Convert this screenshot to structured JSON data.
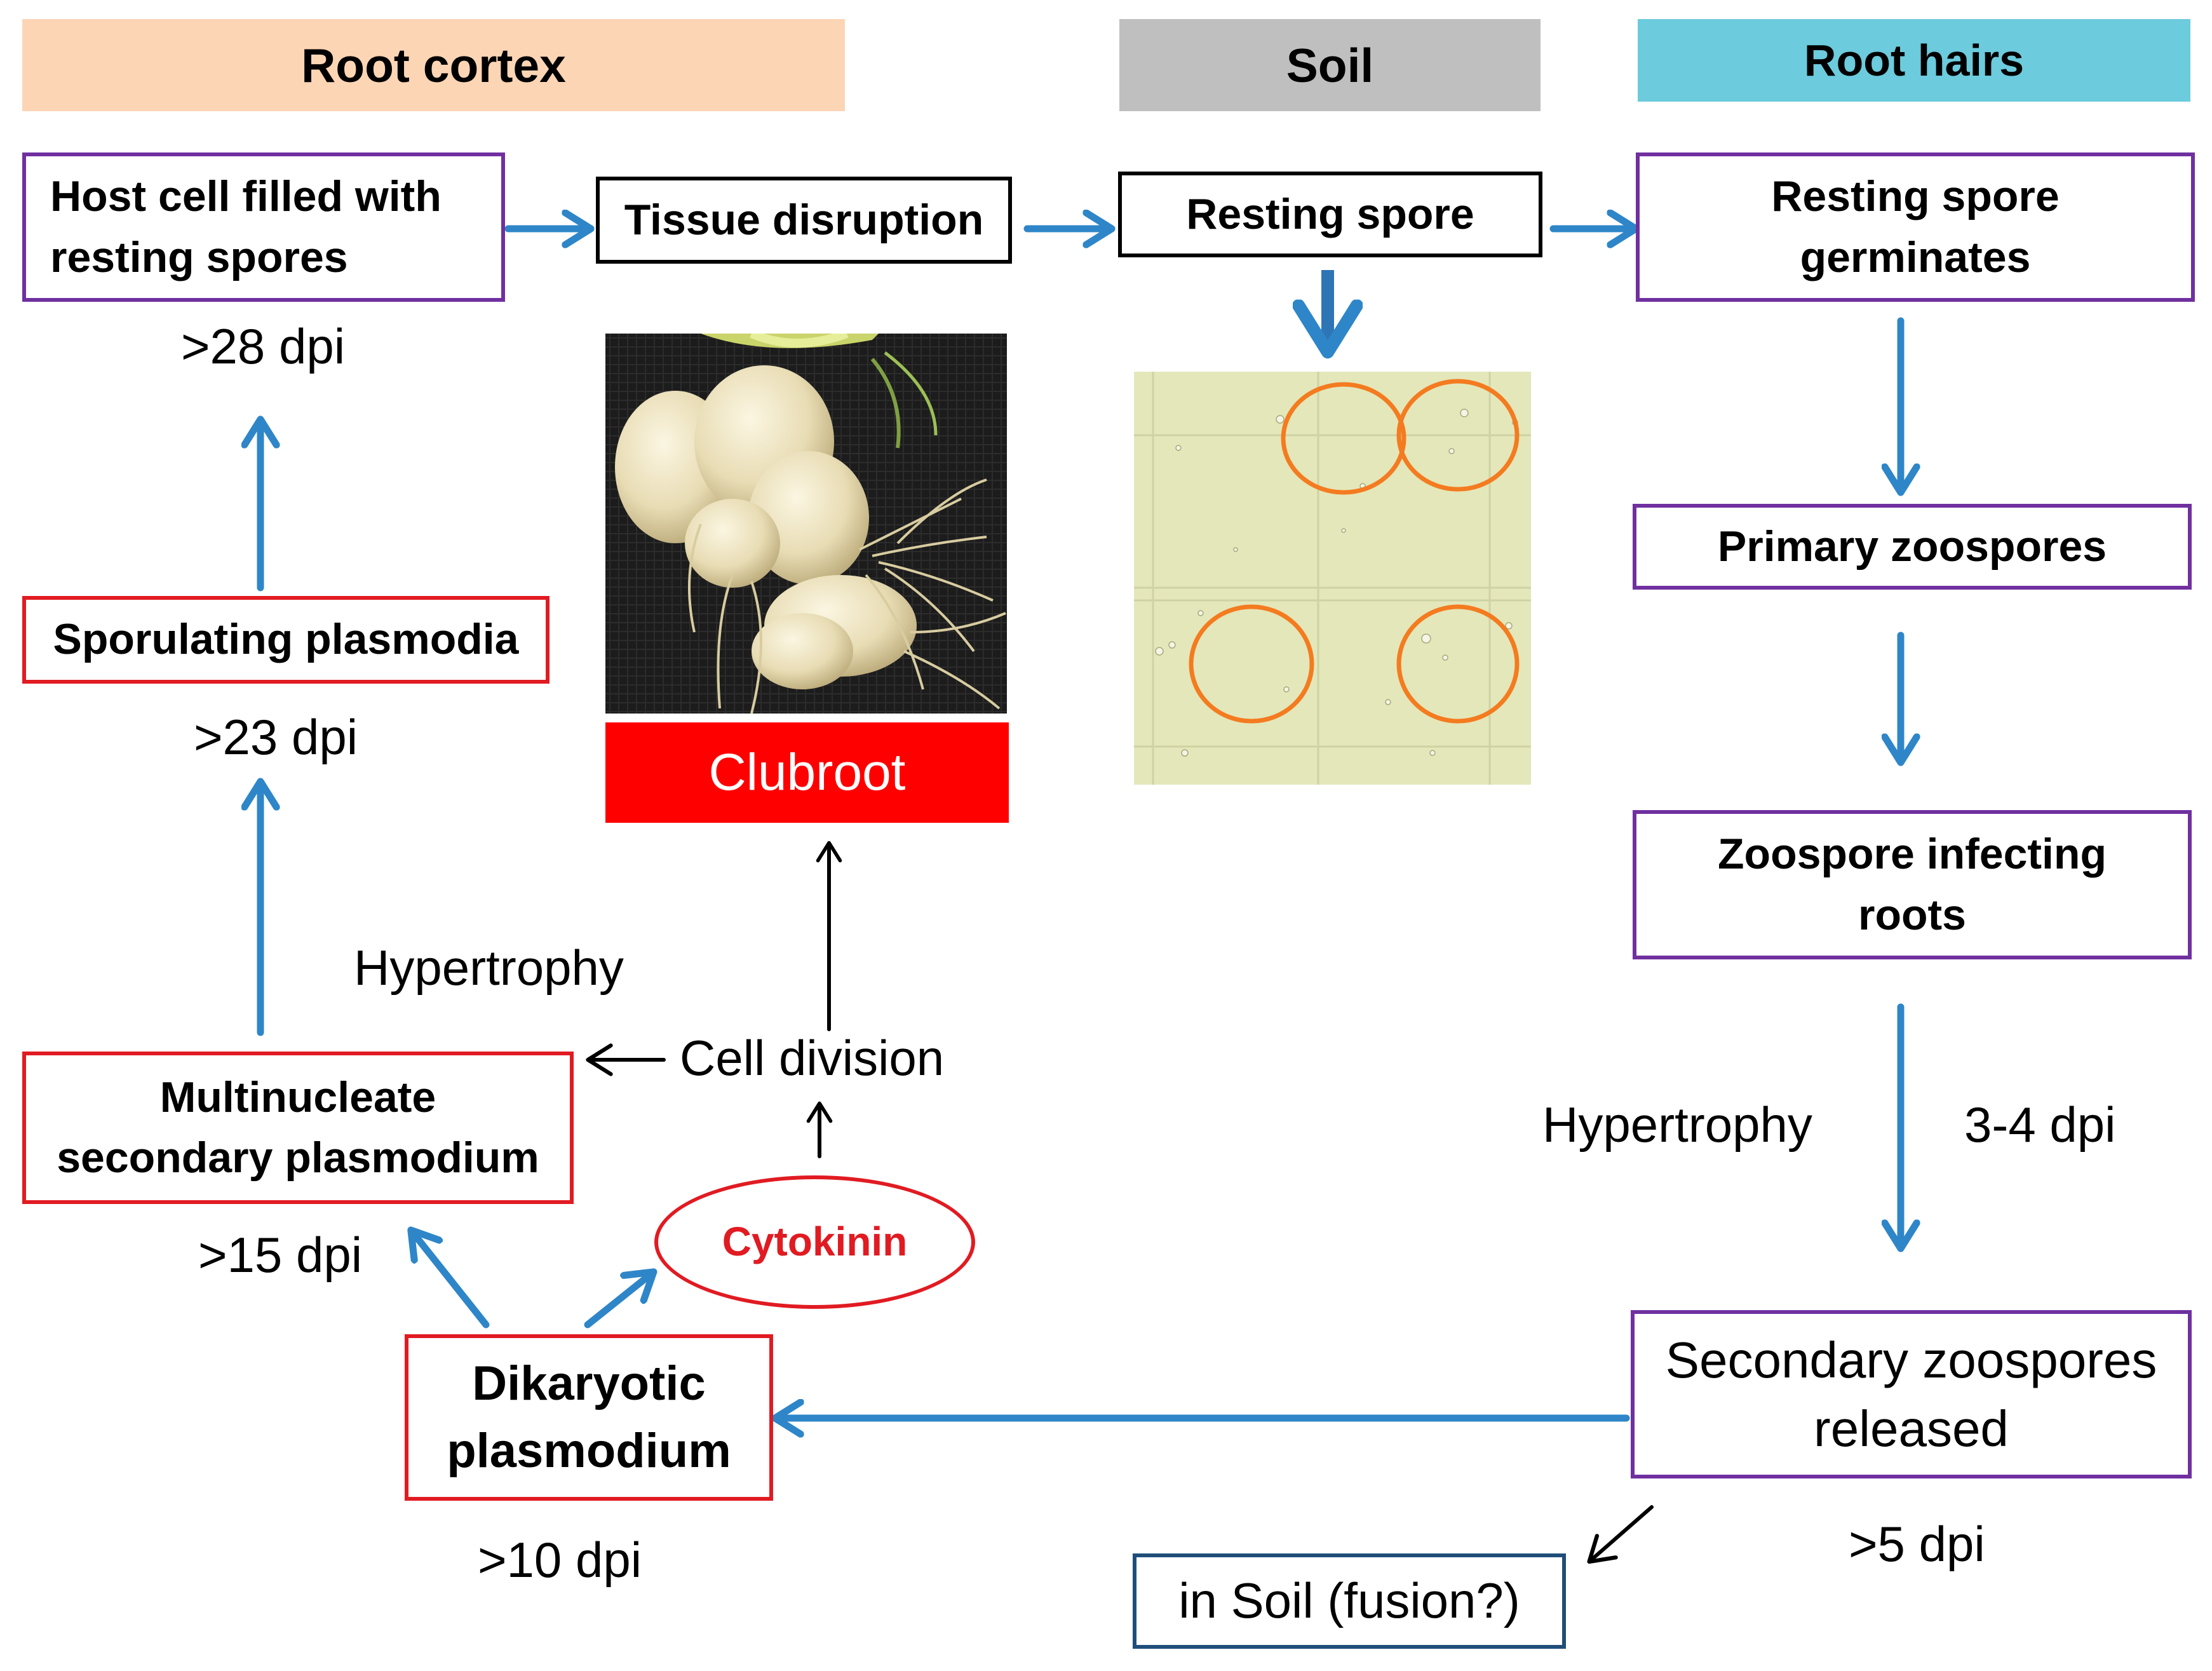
{
  "headers": {
    "root_cortex": "Root cortex",
    "soil": "Soil",
    "root_hairs": "Root hairs"
  },
  "colors": {
    "root_cortex_band": "#fcd5b5",
    "soil_band": "#bfbfbf",
    "root_hairs_band": "#6ccbdc",
    "arrow_blue": "#2e86c8",
    "purple_border": "#7030a0",
    "red_border": "#e11b22",
    "navy_border": "#1f4e79",
    "circle_orange": "#f47b20",
    "clubroot_red": "#ff0000"
  },
  "boxes": {
    "host_cell": [
      "Host cell filled with",
      "resting spores"
    ],
    "tissue_disruption": "Tissue disruption",
    "resting_spore": "Resting spore",
    "spore_germinates": [
      "Resting spore",
      "germinates"
    ],
    "primary_zoospores": "Primary zoospores",
    "zoospore_infecting": [
      "Zoospore infecting",
      "roots"
    ],
    "secondary_zoospores": [
      "Secondary zoospores",
      "released"
    ],
    "in_soil": "in Soil (fusion?)",
    "dikaryotic": [
      "Dikaryotic",
      "plasmodium"
    ],
    "multinucleate": [
      "Multinucleate",
      "secondary plasmodium"
    ],
    "sporulating": "Sporulating plasmodia",
    "cytokinin": "Cytokinin",
    "clubroot": "Clubroot"
  },
  "labels": {
    "dpi_28": ">28 dpi",
    "dpi_23": ">23 dpi",
    "dpi_15": ">15 dpi",
    "dpi_10": ">10 dpi",
    "dpi_5": ">5 dpi",
    "dpi_3_4": "3-4 dpi",
    "hypertrophy_left": "Hypertrophy",
    "hypertrophy_right": "Hypertrophy",
    "cell_division": "Cell division"
  },
  "images": {
    "clubroot_photo": "clubroot-root-photo",
    "microscope_photo": "resting-spores-micrograph"
  }
}
